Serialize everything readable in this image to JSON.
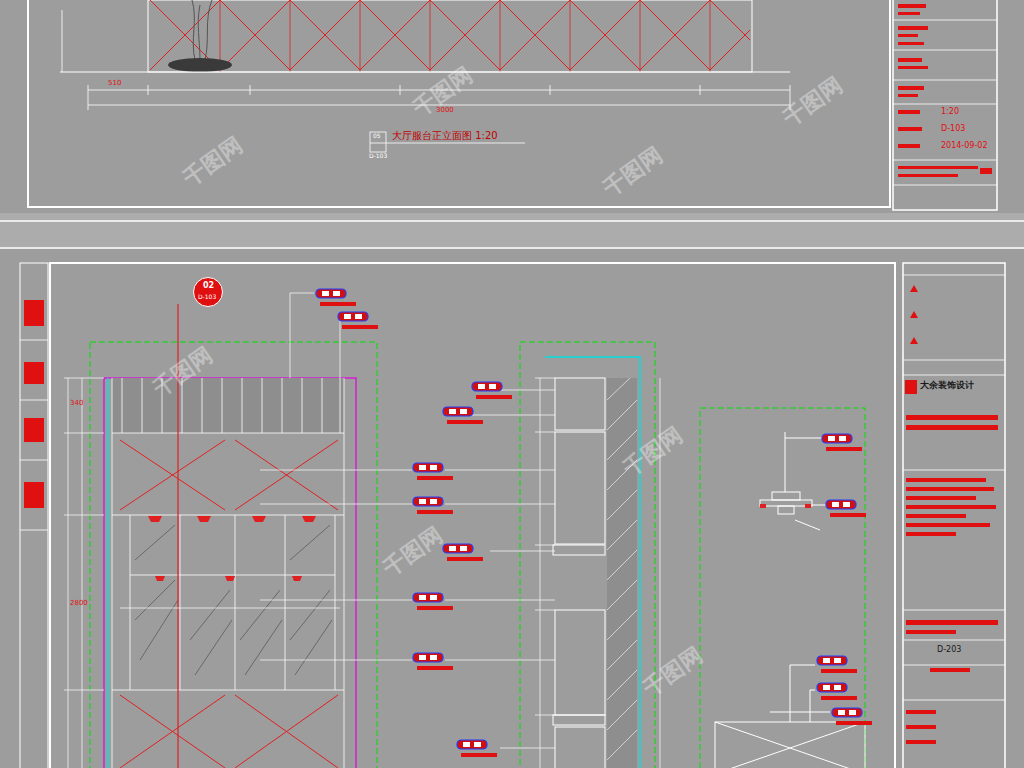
{
  "diagram": {
    "title": "大厅服台正立面图 1:20",
    "nodes": [
      {
        "text": [
          "1:20",
          "D-103",
          "2014-09-02"
        ]
      },
      {
        "text": [
          "大余装饰设计",
          "D-203"
        ]
      },
      {
        "text": [
          "02",
          "D-103"
        ]
      }
    ],
    "labels": [
      "510",
      "3000",
      "05",
      "D-103",
      "2800",
      "340",
      "千图网",
      "千图网",
      "千图网",
      "千图网",
      "千图网",
      "千图网",
      "千图网",
      "千图网"
    ]
  }
}
